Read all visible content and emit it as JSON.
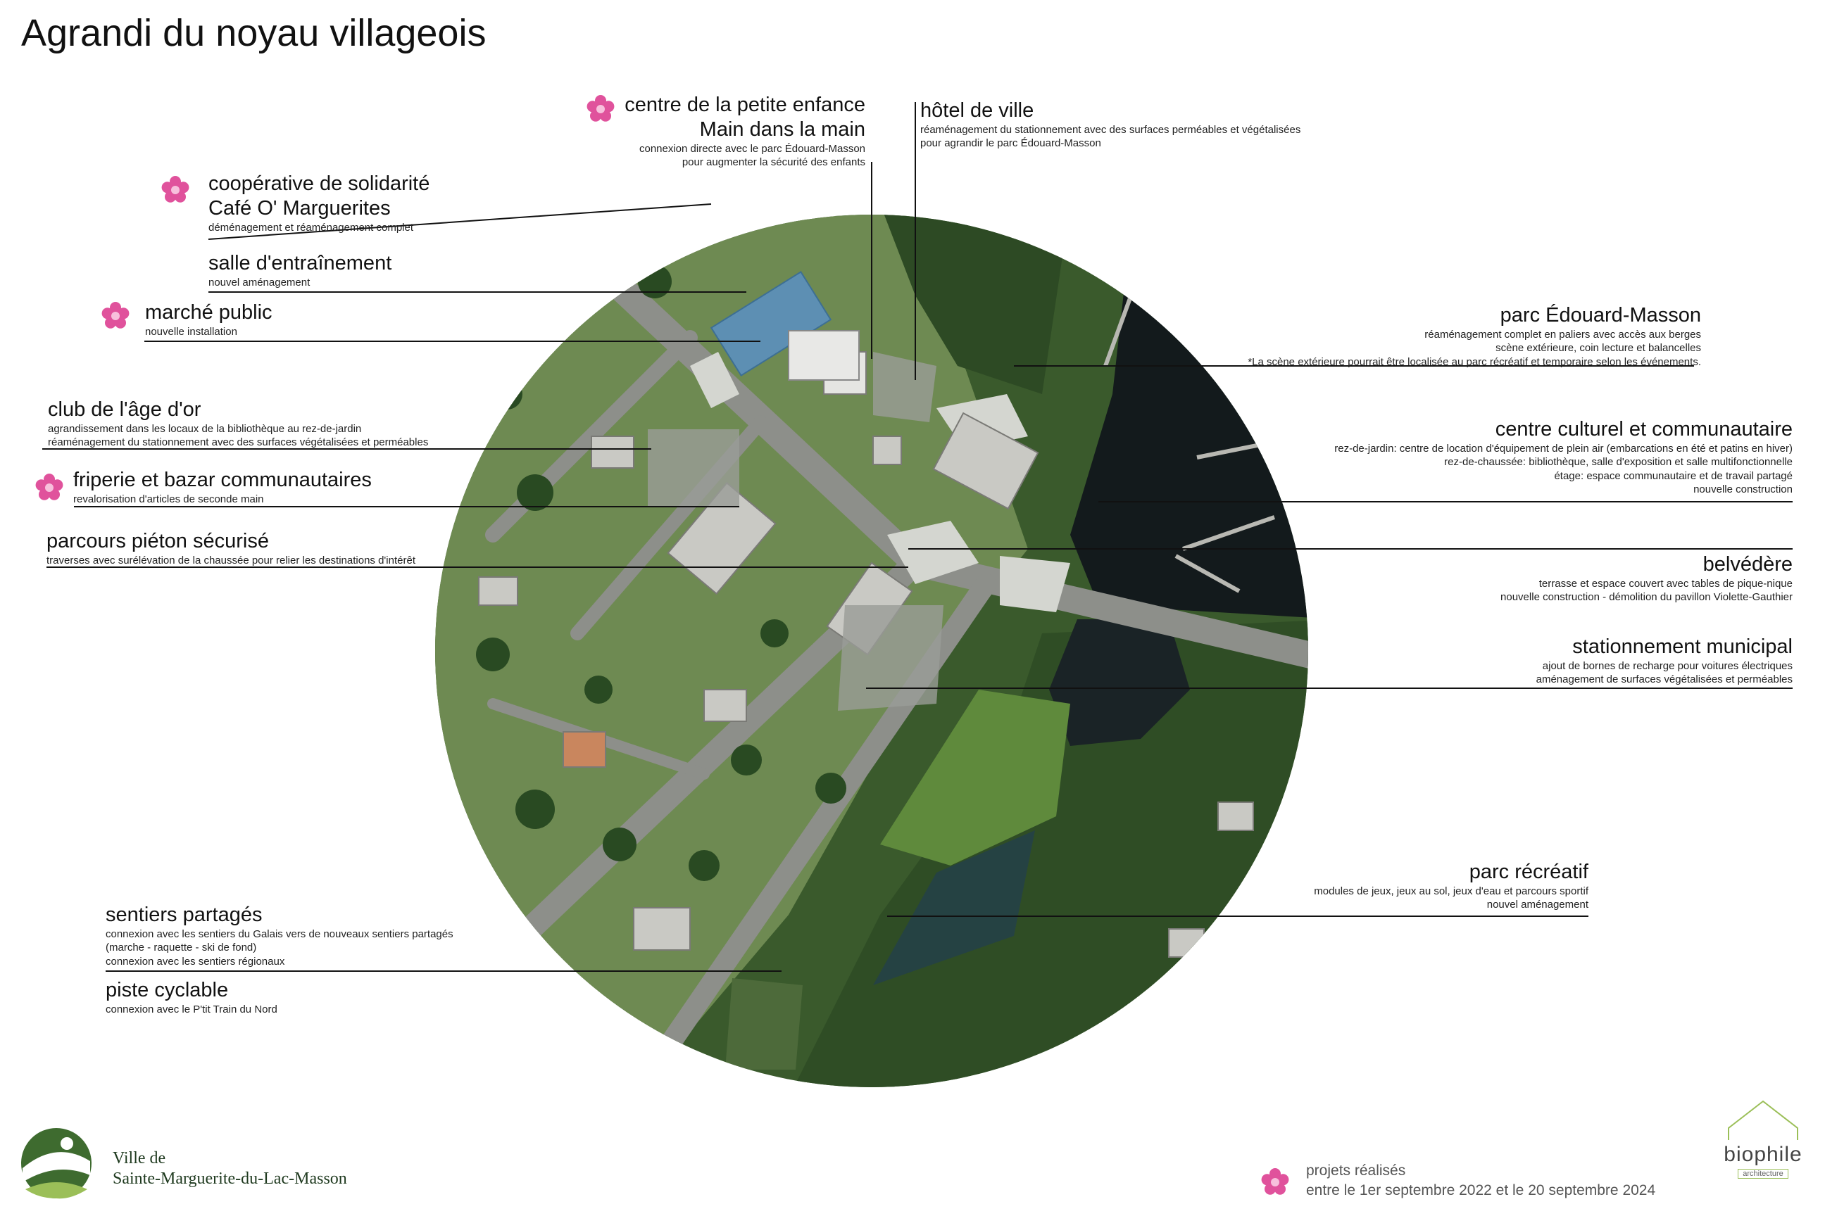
{
  "title": "Agrandi du noyau villageois",
  "labels": {
    "cpe": {
      "title_1": "centre de la petite enfance",
      "title_2": "Main dans la main",
      "desc_1": "connexion directe avec le parc Édouard-Masson",
      "desc_2": "pour augmenter la sécurité des enfants"
    },
    "hotel": {
      "title": "hôtel de ville",
      "desc_1": "réaménagement du stationnement avec des surfaces perméables et végétalisées",
      "desc_2": "pour agrandir le parc Édouard-Masson"
    },
    "coop": {
      "title_1": "coopérative de solidarité",
      "title_2": "Café O' Marguerites",
      "desc": "déménagement et réaménagement complet"
    },
    "salle": {
      "title": "salle d'entraînement",
      "desc": "nouvel aménagement"
    },
    "marche": {
      "title": "marché public",
      "desc": "nouvelle installation"
    },
    "club": {
      "title": "club de l'âge d'or",
      "desc_1": "agrandissement dans les locaux de la bibliothèque au rez-de-jardin",
      "desc_2": "réaménagement du stationnement avec des surfaces végétalisées et perméables"
    },
    "friperie": {
      "title": "friperie et bazar communautaires",
      "desc": "revalorisation d'articles de seconde main"
    },
    "parcours": {
      "title": "parcours piéton sécurisé",
      "desc": "traverses avec surélévation de la chaussée pour relier les destinations d'intérêt"
    },
    "sentiers": {
      "title": "sentiers partagés",
      "desc_1": "connexion avec les sentiers du Galais vers de nouveaux sentiers partagés",
      "desc_2": "(marche - raquette - ski de fond)",
      "desc_3": "connexion avec les sentiers régionaux"
    },
    "piste": {
      "title": "piste cyclable",
      "desc": "connexion avec le P'tit Train du Nord"
    },
    "parc_em": {
      "title": "parc Édouard-Masson",
      "desc_1": "réaménagement complet en paliers avec accès aux berges",
      "desc_2": "scène extérieure, coin lecture et balancelles",
      "desc_3": "*La scène extérieure pourrait être localisée au parc récréatif et temporaire selon les événements."
    },
    "centre": {
      "title": "centre culturel et communautaire",
      "desc_1": "rez-de-jardin: centre de location d'équipement de plein air (embarcations en été et patins en hiver)",
      "desc_2": "rez-de-chaussée: bibliothèque, salle d'exposition et salle multifonctionnelle",
      "desc_3": "étage: espace communautaire et de travail partagé",
      "desc_4": "nouvelle construction"
    },
    "belvedere": {
      "title": "belvédère",
      "desc_1": "terrasse et espace couvert avec tables de pique-nique",
      "desc_2": "nouvelle construction - démolition du pavillon Violette-Gauthier"
    },
    "stationnement": {
      "title": "stationnement municipal",
      "desc_1": "ajout de bornes de recharge pour voitures électriques",
      "desc_2": "aménagement de surfaces végétalisées et perméables"
    },
    "parc_rec": {
      "title": "parc récréatif",
      "desc_1": "modules de jeux, jeux au sol, jeux d'eau et parcours sportif",
      "desc_2": "nouvel aménagement"
    }
  },
  "footer": {
    "municipality_1": "Ville de",
    "municipality_2": "Sainte-Marguerite-du-Lac-Masson",
    "legend_1": "projets réalisés",
    "legend_2": "entre le 1er septembre 2022 et le 20 septembre 2024",
    "brand": "biophile",
    "brand_sub": "architecture"
  },
  "colors": {
    "flower": "#e0529c",
    "water": "#131a1c",
    "forest": "#2d4a24",
    "grass": "#5f8a3c",
    "road": "#8d8f8a",
    "plaza": "#d4d6d0",
    "roof": "#c9c9c4",
    "roof_blue": "#5d8fb3",
    "logo_green": "#3e6b2f"
  },
  "icons": {
    "project_marker": "flower-icon",
    "logo": "municipal-logo-icon",
    "brand": "house-outline-icon"
  }
}
